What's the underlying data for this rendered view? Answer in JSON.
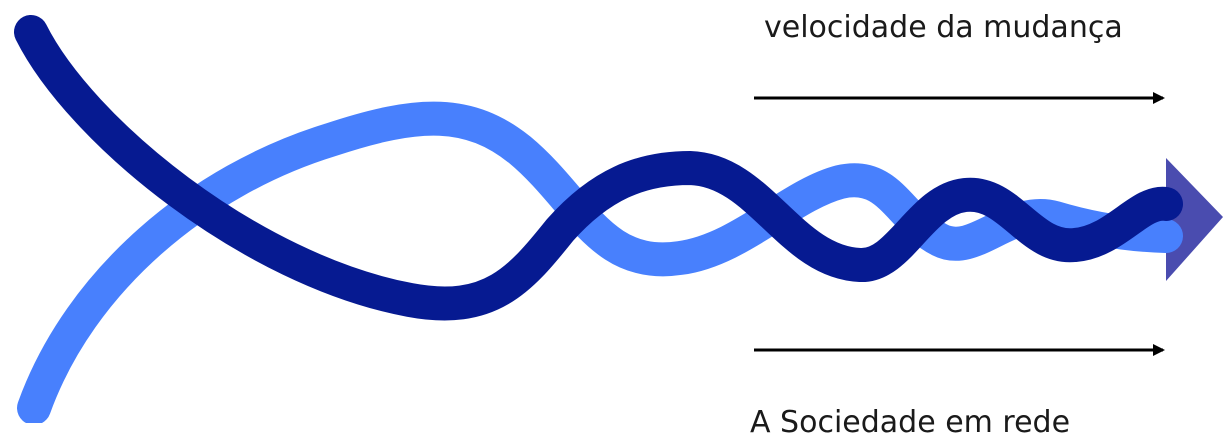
{
  "labels": {
    "top": "velocidade da mudança",
    "bottom": "A Sociedade em rede"
  },
  "colors": {
    "dark_strand": "#061a91",
    "light_strand": "#4880fd",
    "arrowhead": "#4a4caf",
    "arrow_line": "#000000"
  },
  "icons": {
    "strands": "twisted-helix-strands",
    "arrowhead": "triangle-arrowhead",
    "arrows": "right-arrow"
  }
}
